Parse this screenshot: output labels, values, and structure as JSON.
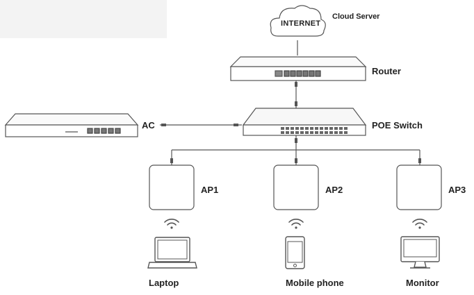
{
  "cloud": {
    "label": "INTERNET",
    "caption": "Cloud Server"
  },
  "router": {
    "label": "Router"
  },
  "poe_switch": {
    "label": "POE Switch"
  },
  "ac": {
    "label": "AC"
  },
  "access_points": [
    {
      "label": "AP1"
    },
    {
      "label": "AP2"
    },
    {
      "label": "AP3"
    }
  ],
  "clients": [
    {
      "label": "Laptop",
      "icon": "laptop-icon"
    },
    {
      "label": "Mobile phone",
      "icon": "mobile-phone-icon"
    },
    {
      "label": "Monitor",
      "icon": "monitor-icon"
    }
  ],
  "colors": {
    "stroke": "#555555",
    "device_fill": "#ffffff",
    "switch_fill": "#f7f7f7",
    "port": "#666666"
  }
}
